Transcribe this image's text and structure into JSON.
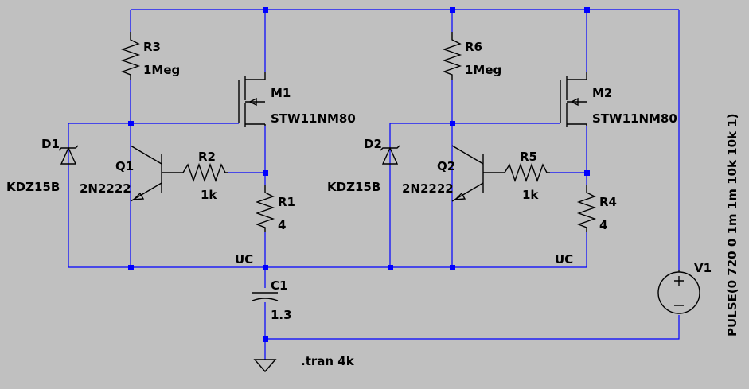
{
  "components": {
    "R3": {
      "name": "R3",
      "value": "1Meg"
    },
    "R6": {
      "name": "R6",
      "value": "1Meg"
    },
    "M1": {
      "name": "M1",
      "value": "STW11NM80"
    },
    "M2": {
      "name": "M2",
      "value": "STW11NM80"
    },
    "D1": {
      "name": "D1",
      "value": "KDZ15B"
    },
    "D2": {
      "name": "D2",
      "value": "KDZ15B"
    },
    "Q1": {
      "name": "Q1",
      "value": "2N2222"
    },
    "Q2": {
      "name": "Q2",
      "value": "2N2222"
    },
    "R2": {
      "name": "R2",
      "value": "1k"
    },
    "R5": {
      "name": "R5",
      "value": "1k"
    },
    "R1": {
      "name": "R1",
      "value": "4"
    },
    "R4": {
      "name": "R4",
      "value": "4"
    },
    "C1": {
      "name": "C1",
      "value": "1.3"
    },
    "V1": {
      "name": "V1",
      "value": "PULSE(0 720 0 1m 1m 10k 10k 1)"
    }
  },
  "nets": {
    "uc_left": "UC",
    "uc_right": "UC"
  },
  "directive": ".tran 4k",
  "colors": {
    "background": "#c0c0c0",
    "wire": "#0000ff",
    "component": "#000000"
  }
}
